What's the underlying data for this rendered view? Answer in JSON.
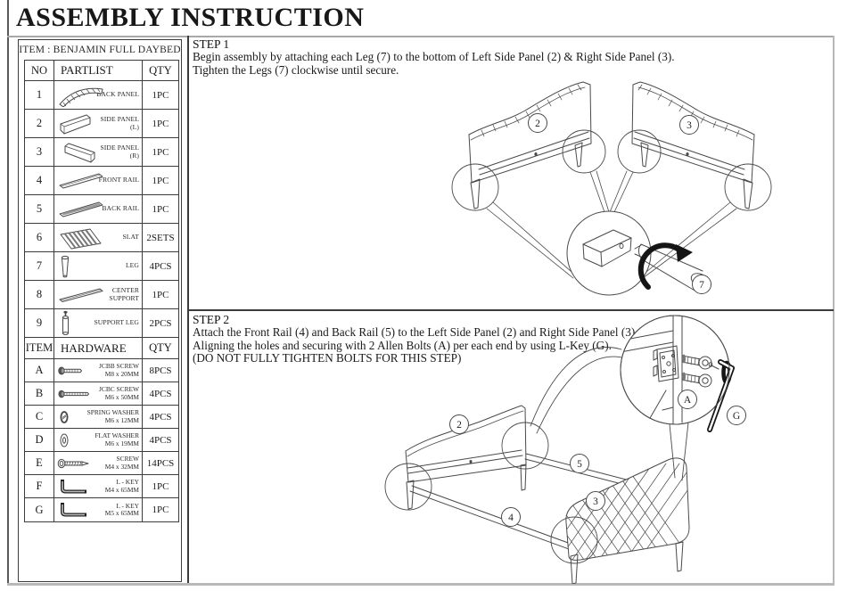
{
  "page": {
    "title": "ASSEMBLY INSTRUCTION"
  },
  "item_label": "ITEM : BENJAMIN FULL DAYBED",
  "parts_table": {
    "headers": {
      "no": "NO",
      "part": "PARTLIST",
      "qty": "QTY"
    },
    "rows": [
      {
        "no": "1",
        "name": "BACK PANEL",
        "qty": "1PC",
        "icon": "back-panel-icon"
      },
      {
        "no": "2",
        "name": "SIDE PANEL",
        "name2": "(L)",
        "qty": "1PC",
        "icon": "side-panel-l-icon"
      },
      {
        "no": "3",
        "name": "SIDE PANEL",
        "name2": "(R)",
        "qty": "1PC",
        "icon": "side-panel-r-icon"
      },
      {
        "no": "4",
        "name": "FRONT RAIL",
        "qty": "1PC",
        "icon": "front-rail-icon"
      },
      {
        "no": "5",
        "name": "BACK RAIL",
        "qty": "1PC",
        "icon": "back-rail-icon"
      },
      {
        "no": "6",
        "name": "SLAT",
        "qty": "2SETS",
        "icon": "slat-icon"
      },
      {
        "no": "7",
        "name": "LEG",
        "qty": "4PCS",
        "icon": "leg-icon"
      },
      {
        "no": "8",
        "name": "CENTER",
        "name2": "SUPPORT",
        "qty": "1PC",
        "icon": "center-support-icon"
      },
      {
        "no": "9",
        "name": "SUPPORT LEG",
        "qty": "2PCS",
        "icon": "support-leg-icon"
      }
    ]
  },
  "hardware_table": {
    "headers": {
      "item": "ITEM",
      "hardware": "HARDWARE",
      "qty": "QTY"
    },
    "rows": [
      {
        "item": "A",
        "name": "JCBB SCREW",
        "size": "M8 x 20MM",
        "qty": "8PCS",
        "icon": "jcbb-screw-icon"
      },
      {
        "item": "B",
        "name": "JCBC SCREW",
        "size": "M6 x 50MM",
        "qty": "4PCS",
        "icon": "jcbc-screw-icon"
      },
      {
        "item": "C",
        "name": "SPRING WASHER",
        "size": "M6 x 12MM",
        "qty": "4PCS",
        "icon": "spring-washer-icon"
      },
      {
        "item": "D",
        "name": "FLAT WASHER",
        "size": "M6 x 19MM",
        "qty": "4PCS",
        "icon": "flat-washer-icon"
      },
      {
        "item": "E",
        "name": "SCREW",
        "size": "M4 x 32MM",
        "qty": "14PCS",
        "icon": "wood-screw-icon"
      },
      {
        "item": "F",
        "name": "L - KEY",
        "size": "M4 x 65MM",
        "qty": "1PC",
        "icon": "l-key-icon"
      },
      {
        "item": "G",
        "name": "L - KEY",
        "size": "M5 x 65MM",
        "qty": "1PC",
        "icon": "l-key-icon"
      }
    ]
  },
  "steps": [
    {
      "title": "STEP 1",
      "lines": [
        "Begin assembly by attaching each Leg (7) to the bottom of Left Side Panel (2) & Right Side Panel (3).",
        "Tighten the Legs (7) clockwise until secure."
      ]
    },
    {
      "title": "STEP 2",
      "lines": [
        "Attach the Front Rail (4) and Back Rail (5) to the Left Side Panel (2) and Right Side Panel (3).",
        "Aligning the holes and securing with 2 Allen Bolts (A) per each end by using L-Key (G).",
        "(DO NOT FULLY TIGHTEN BOLTS FOR THIS STEP)"
      ]
    }
  ],
  "step1_diagram": {
    "callouts": {
      "left_panel": "2",
      "right_panel": "3",
      "leg": "7"
    }
  },
  "step2_diagram": {
    "callouts": {
      "left_panel": "2",
      "right_panel": "3",
      "front_rail": "4",
      "back_rail": "5",
      "allen_bolt": "A",
      "l_key": "G"
    }
  }
}
